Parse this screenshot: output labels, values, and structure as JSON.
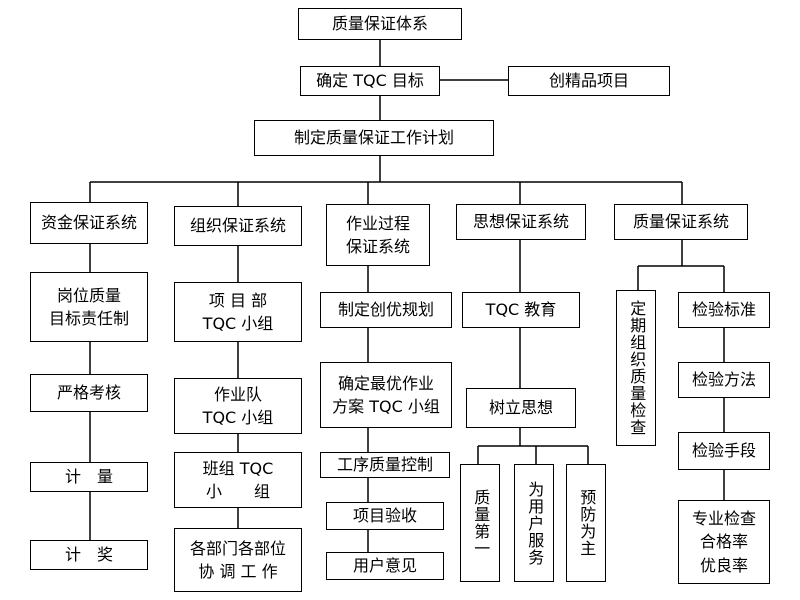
{
  "top": {
    "system": "质量保证体系",
    "goal": "确定 TQC 目标",
    "project": "创精品项目",
    "plan": "制定质量保证工作计划"
  },
  "columns": {
    "fund": {
      "title": "资金保证系统",
      "items": [
        "岗位质量",
        "目标责任制",
        "严格考核",
        "计　量",
        "计　奖"
      ]
    },
    "org": {
      "title": "组织保证系统",
      "items": [
        "项 目 部",
        "TQC 小组",
        "作业队",
        "TQC 小组",
        "班组 TQC",
        "小　　组",
        "各部门各部位",
        "协 调 工 作"
      ]
    },
    "process": {
      "title_line1": "作业过程",
      "title_line2": "保证系统",
      "items": [
        "制定创优规划",
        "确定最优作业",
        "方案 TQC 小组",
        "工序质量控制",
        "项目验收",
        "用户意见"
      ]
    },
    "thought": {
      "title": "思想保证系统",
      "items": [
        "TQC 教育",
        "树立思想"
      ],
      "sub": [
        "质量第一",
        "为用户服务",
        "预防为主"
      ]
    },
    "quality": {
      "title": "质量保证系统",
      "periodic": "定期组织质量检查",
      "items": [
        "检验标准",
        "检验方法",
        "检验手段",
        "专业检查",
        "合格率",
        "优良率"
      ]
    }
  }
}
